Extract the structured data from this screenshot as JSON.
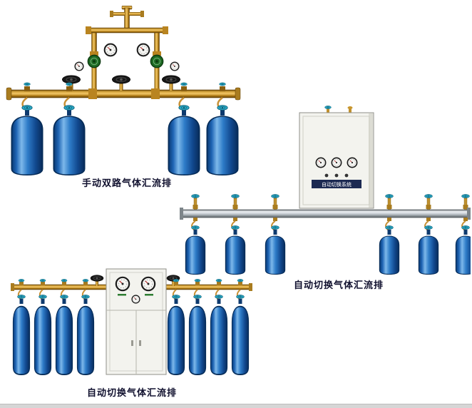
{
  "page": {
    "background_color": "#ffffff",
    "bottom_strip_color": "#d6d6d6"
  },
  "products": [
    {
      "id": "manual-dual-gas-manifold",
      "caption": "手动双路气体汇流排"
    },
    {
      "id": "auto-switch-gas-manifold-wall",
      "caption": "自动切换气体汇流排",
      "cabinet_label": "自动切换系统"
    },
    {
      "id": "auto-switch-gas-manifold-cabinet",
      "caption": "自动切换气体汇流排"
    }
  ],
  "colors": {
    "cylinder_blue": "#2e7cc8",
    "brass_pipe": "#c8962e",
    "regulator_green": "#1e6b24",
    "handwheel_teal": "#2aa7c4",
    "caption_text": "#10102e"
  }
}
